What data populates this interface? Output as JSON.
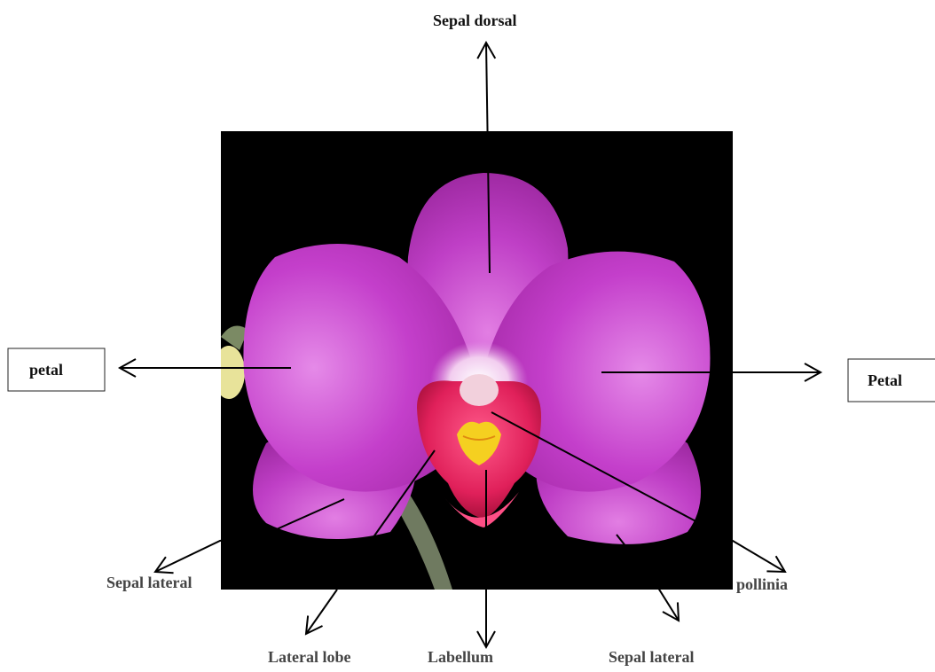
{
  "labels": {
    "sepal_dorsal": "Sepal dorsal",
    "petal_left": "petal",
    "petal_right": "Petal",
    "sepal_lateral_left": "Sepal lateral",
    "pollinia": "pollinia",
    "lateral_lobe": "Lateral lobe",
    "labellum": "Labellum",
    "sepal_lateral_right": "Sepal lateral"
  },
  "colors": {
    "photo_background": "#000000",
    "petal": "#c43fcb",
    "petal_highlight": "#e58ae8",
    "labellum": "#e0205a",
    "column": "#f2d0dc",
    "pollinia": "#f5d020",
    "stem": "#6f7a60",
    "lines": "#000000"
  }
}
